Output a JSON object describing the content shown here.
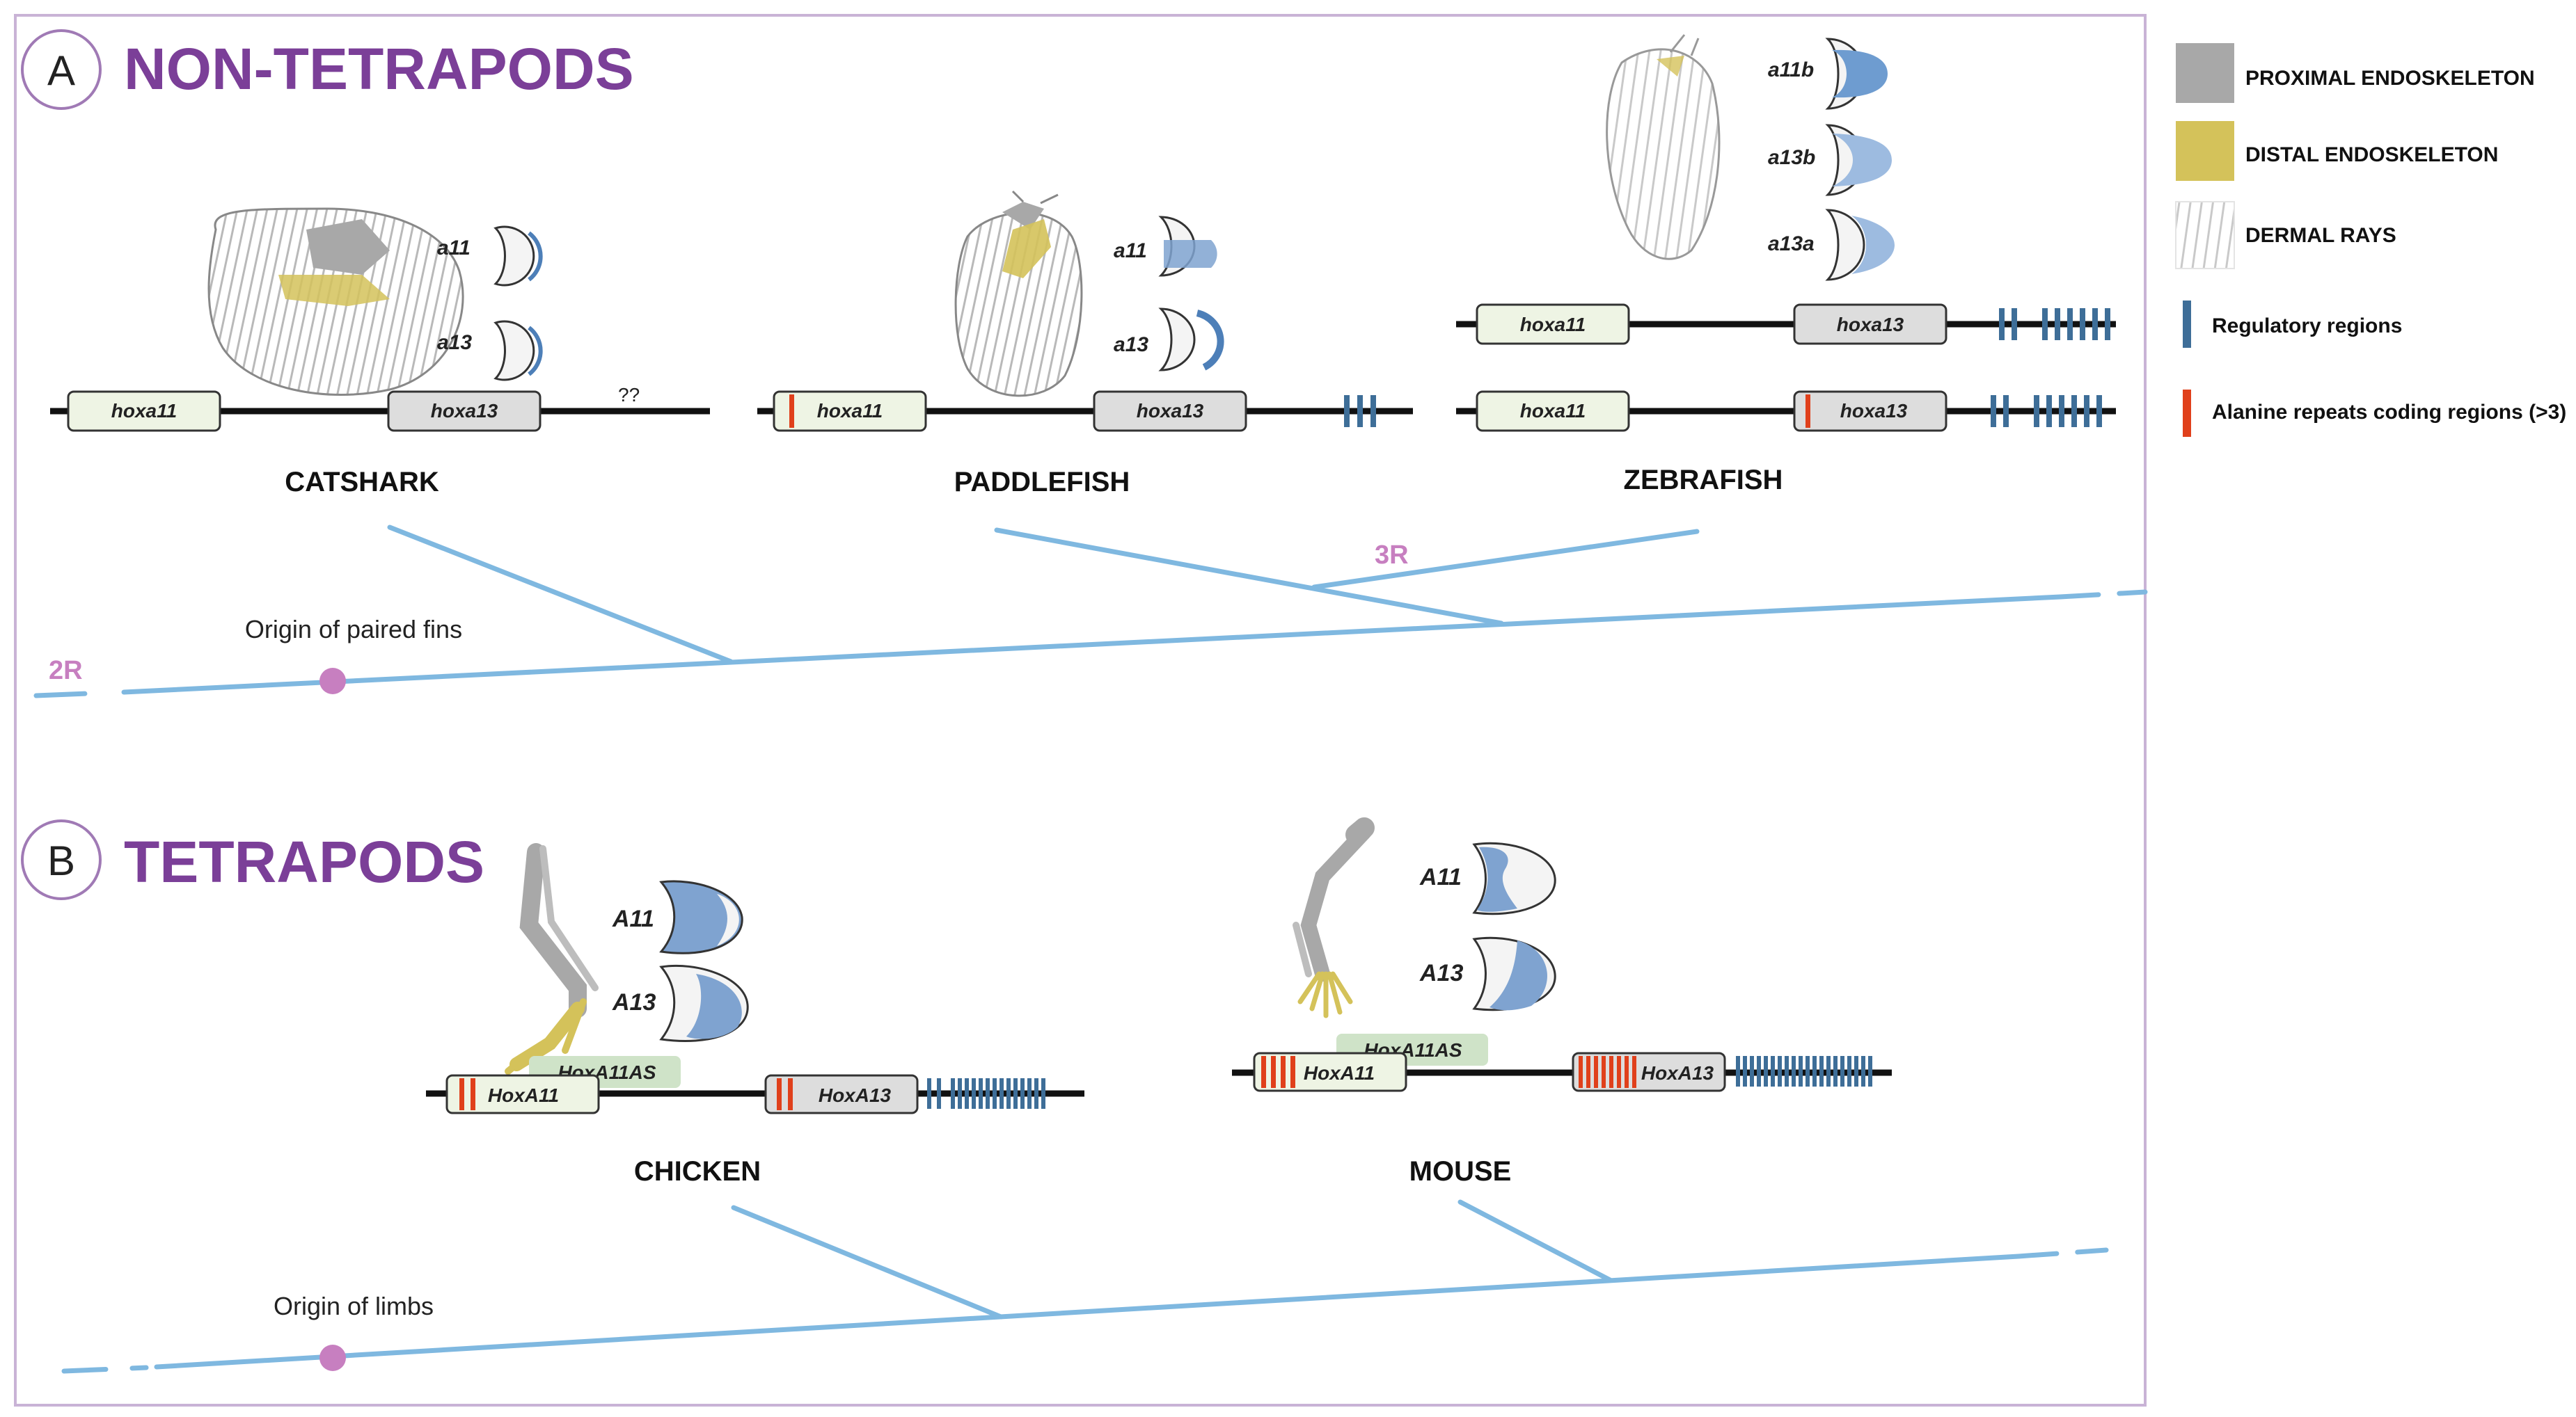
{
  "panel_a": {
    "letter": "A",
    "title": "NON-TETRAPODS",
    "catshark": {
      "name": "CATSHARK",
      "genes": [
        "hoxa11",
        "hoxa13"
      ],
      "expr": [
        "a11",
        "a13"
      ],
      "unknown": "??"
    },
    "paddlefish": {
      "name": "PADDLEFISH",
      "genes": [
        "hoxa11",
        "hoxa13"
      ],
      "expr": [
        "a11",
        "a13"
      ]
    },
    "zebrafish": {
      "name": "ZEBRAFISH",
      "genes_top": [
        "hoxa11",
        "hoxa13"
      ],
      "genes_bottom": [
        "hoxa11",
        "hoxa13"
      ],
      "expr": [
        "a11b",
        "a13b",
        "a13a"
      ]
    },
    "dup_3r": "3R",
    "dup_2r": "2R",
    "origin": "Origin of paired fins"
  },
  "panel_b": {
    "letter": "B",
    "title": "TETRAPODS",
    "chicken": {
      "name": "CHICKEN",
      "genes": [
        "HoxA11",
        "HoxA11AS",
        "HoxA13"
      ],
      "expr": [
        "A11",
        "A13"
      ]
    },
    "mouse": {
      "name": "MOUSE",
      "genes": [
        "HoxA11",
        "HoxA11AS",
        "HoxA13"
      ],
      "expr": [
        "A11",
        "A13"
      ]
    },
    "origin": "Origin of limbs"
  },
  "legend": [
    {
      "label": "PROXIMAL ENDOSKELETON",
      "icon": "grey-square"
    },
    {
      "label": "DISTAL ENDOSKELETON",
      "icon": "yellow-square"
    },
    {
      "label": "DERMAL RAYS",
      "icon": "striped-square"
    },
    {
      "label": "Regulatory regions",
      "icon": "blue-bar"
    },
    {
      "label": "Alanine repeats coding regions (>3)",
      "icon": "red-bar"
    }
  ],
  "colors": {
    "purple_title": "#7b3f98",
    "tree_blue": "#7fb8e0",
    "node_pink": "#c77fc0",
    "regulatory_blue": "#3e6e98",
    "alanine_red": "#e0401b",
    "hoxa11_box": "#eef4e4",
    "hoxa13_box": "#dddddd",
    "antisense_box": "#cfe3c8",
    "distal_yellow": "#d4c25a",
    "proximal_grey": "#a8a8a8",
    "expression_blue": "#7fa3d0"
  }
}
